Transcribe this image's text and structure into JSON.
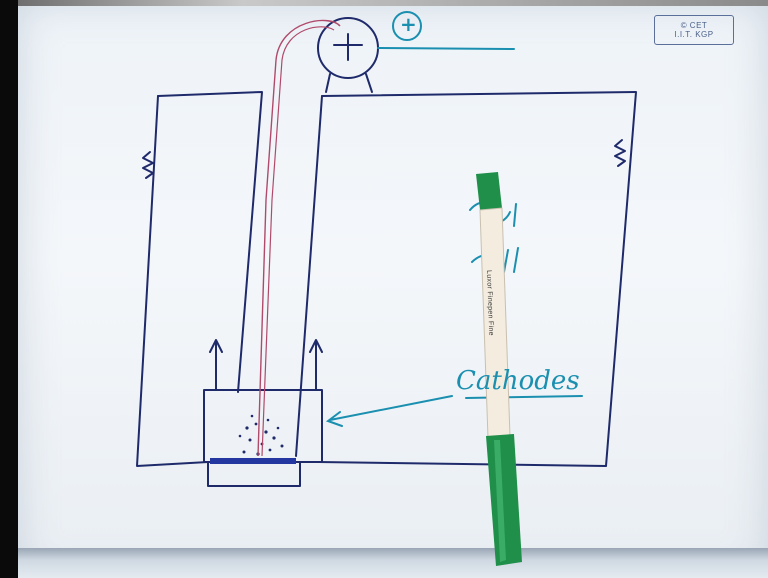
{
  "watermark": {
    "line1": "© CET",
    "line2": "I.I.T. KGP"
  },
  "annotations": {
    "plus_symbol": "+",
    "label_right": "Cathodes"
  },
  "pen": {
    "brand_text": "Luxor Finepen Fine"
  },
  "colors": {
    "ink_dark": "#1f2a6b",
    "ink_teal": "#1a8fb0",
    "ink_red": "#b04a6a",
    "pen_green": "#1f8f4a"
  }
}
